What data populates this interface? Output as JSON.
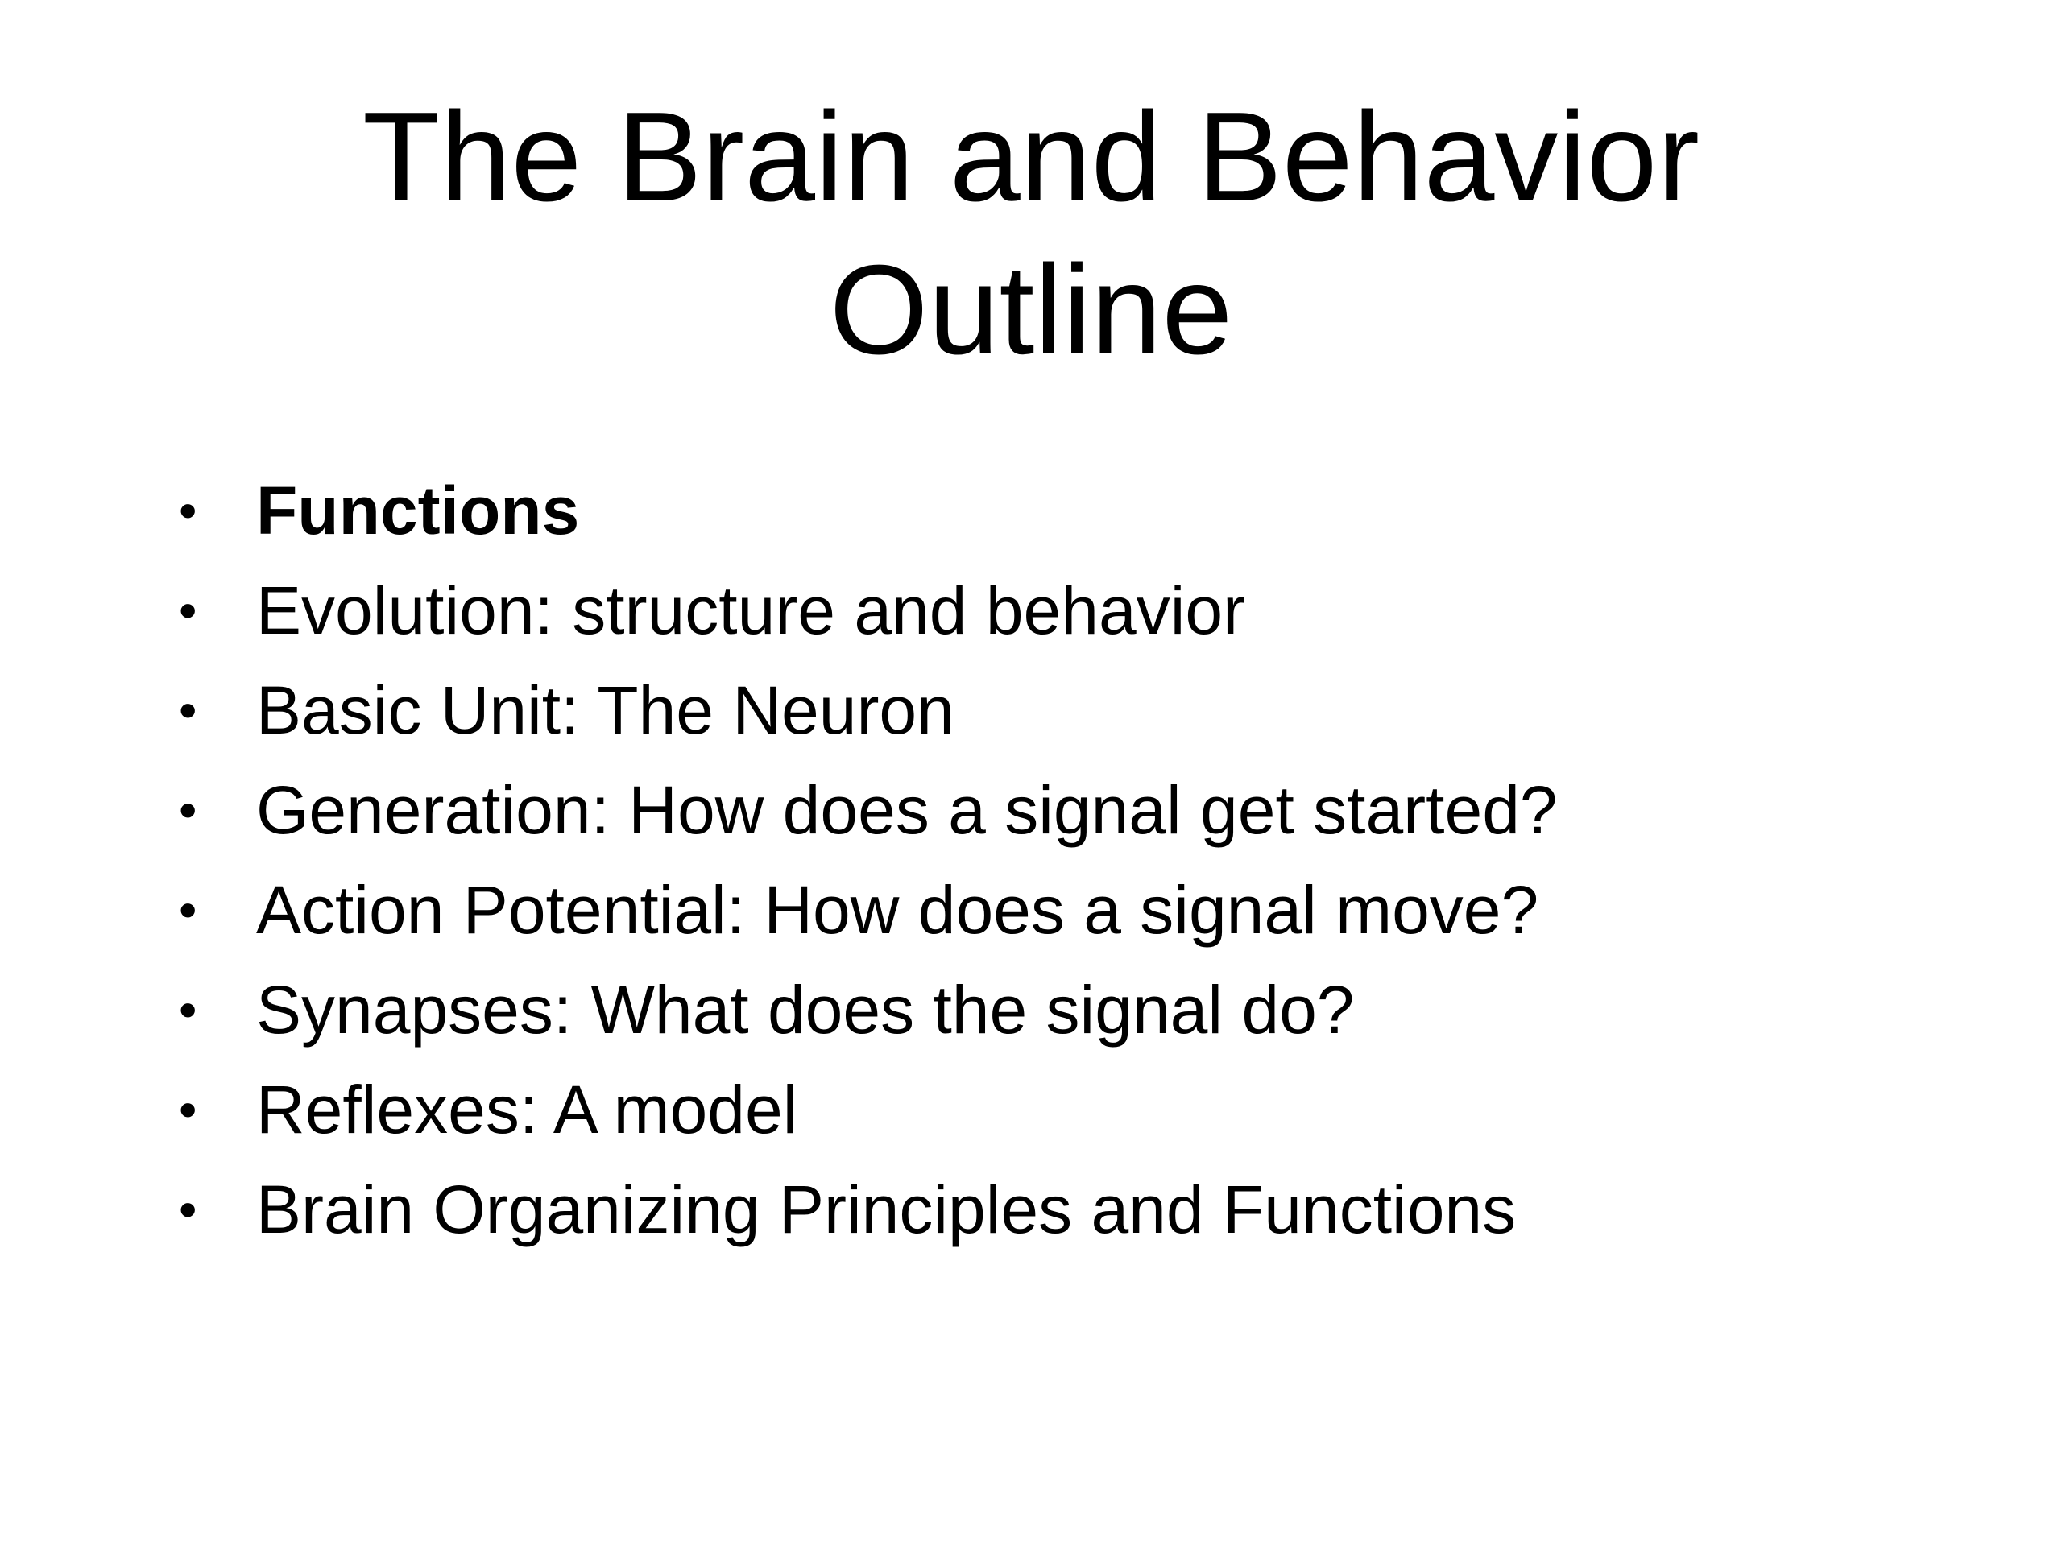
{
  "slide": {
    "title_line1": "The Brain and Behavior",
    "title_line2": "Outline",
    "bullet_symbol": "•",
    "bullets": [
      {
        "text": "Functions",
        "bold": true
      },
      {
        "text": "Evolution: structure and behavior",
        "bold": false
      },
      {
        "text": "Basic Unit: The Neuron",
        "bold": false
      },
      {
        "text": "Generation: How does a signal get started?",
        "bold": false
      },
      {
        "text": "Action Potential: How does a signal move?",
        "bold": false
      },
      {
        "text": "Synapses: What does the signal do?",
        "bold": false
      },
      {
        "text": "Reflexes: A model",
        "bold": false
      },
      {
        "text": "Brain Organizing Principles and Functions",
        "bold": false
      }
    ]
  }
}
